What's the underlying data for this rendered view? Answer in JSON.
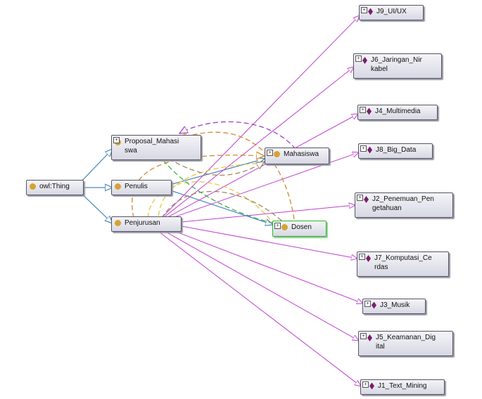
{
  "root": {
    "label": "owl:Thing"
  },
  "classes": [
    {
      "id": "proposal",
      "label1": "Proposal_Mahasi",
      "label2": "swa"
    },
    {
      "id": "penulis",
      "label": "Penulis"
    },
    {
      "id": "penjurusan",
      "label": "Penjurusan"
    },
    {
      "id": "mahasiswa",
      "label": "Mahasiswa"
    },
    {
      "id": "dosen",
      "label": "Dosen"
    }
  ],
  "individuals": [
    {
      "id": "j9",
      "label1": "J9_UI/UX",
      "label2": ""
    },
    {
      "id": "j6",
      "label1": "J6_Jaringan_Nir",
      "label2": "kabel"
    },
    {
      "id": "j4",
      "label1": "J4_Multimedia",
      "label2": ""
    },
    {
      "id": "j8",
      "label1": "J8_Big_Data",
      "label2": ""
    },
    {
      "id": "j2",
      "label1": "J2_Penemuan_Pen",
      "label2": "getahuan"
    },
    {
      "id": "j7",
      "label1": "J7_Komputasi_Ce",
      "label2": "rdas"
    },
    {
      "id": "j3",
      "label1": "J3_Musik",
      "label2": ""
    },
    {
      "id": "j5",
      "label1": "J5_Keamanan_Dig",
      "label2": "ital"
    },
    {
      "id": "j1",
      "label1": "J1_Text_Mining",
      "label2": ""
    }
  ],
  "colors": {
    "subclass": "#4a86b8",
    "instance": "#c040d0",
    "object_property_1": "#a040c8",
    "object_property_2": "#d08a30",
    "object_property_3": "#e8c840",
    "object_property_4": "#40b040",
    "object_property_5": "#9a8a60"
  }
}
